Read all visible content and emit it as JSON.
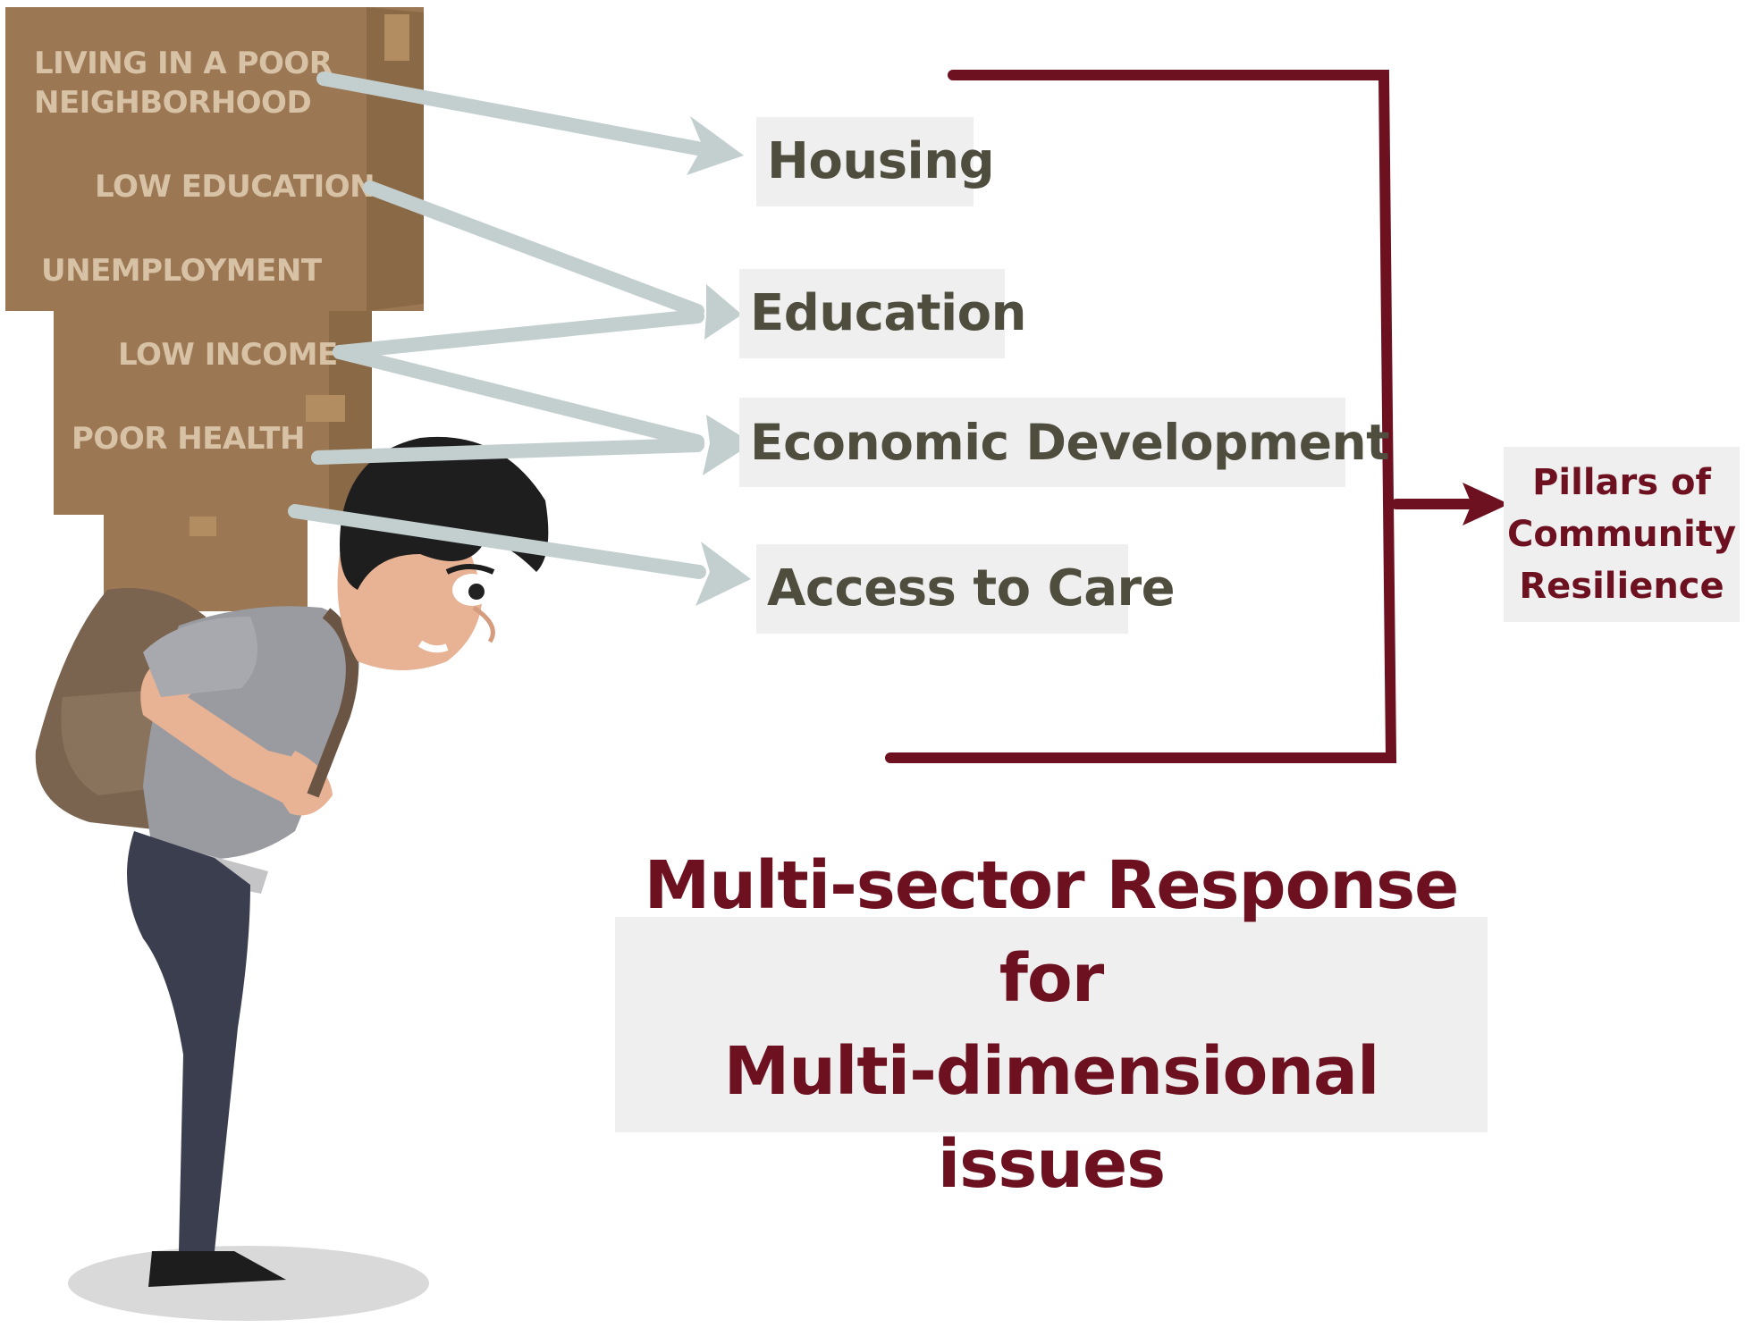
{
  "burdens": [
    {
      "lines": [
        "LIVING IN A POOR",
        "NEIGHBORHOOD"
      ]
    },
    {
      "lines": [
        "LOW EDUCATION"
      ]
    },
    {
      "lines": [
        "UNEMPLOYMENT"
      ]
    },
    {
      "lines": [
        "LOW INCOME"
      ]
    },
    {
      "lines": [
        "POOR HEALTH"
      ]
    }
  ],
  "sectors": [
    "Housing",
    "Education",
    "Economic Development",
    "Access to Care"
  ],
  "pillars": {
    "line1": "Pillars of",
    "line2": "Community",
    "line3": "Resilience"
  },
  "title": {
    "line1": "Multi-sector Response for",
    "line2": "Multi-dimensional issues"
  },
  "colors": {
    "maroon": "#6d1120",
    "arrow": "#c3cfcf",
    "sector_text": "#4f4e3e",
    "label_bg": "#efefef",
    "box": "#9b7753",
    "box_text": "#d8c2a6"
  }
}
